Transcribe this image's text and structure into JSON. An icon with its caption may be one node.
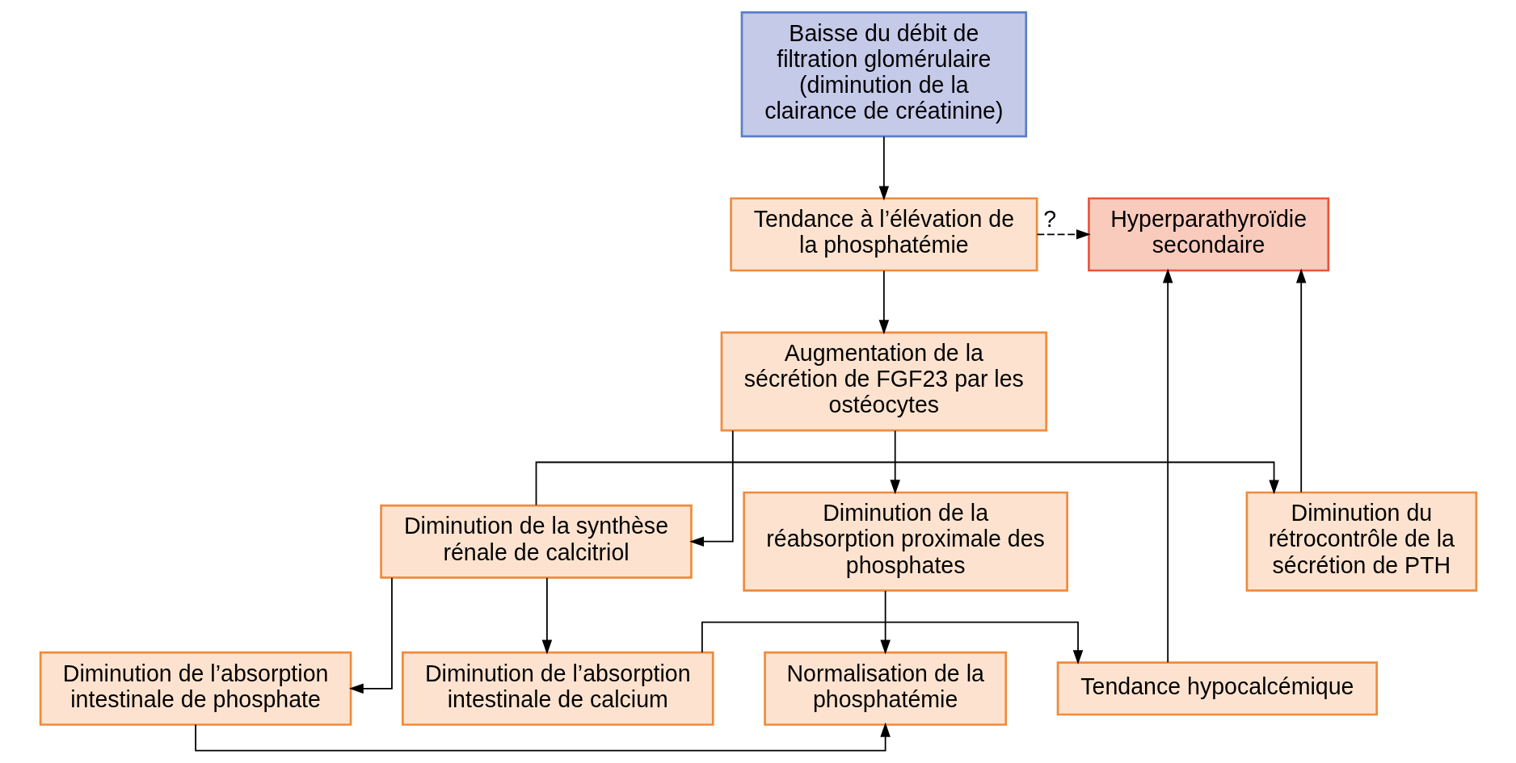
{
  "diagram": {
    "nodes": [
      {
        "text": [
          "Baisse du débit de filtration glomérulaire (diminution de la clairance de créatinine)"
        ]
      },
      {
        "text": [
          "Tendance à l’élévation de la phosphatémie"
        ]
      },
      {
        "text": [
          "Hyperparathyroïdie secondaire"
        ]
      },
      {
        "text": [
          "Augmentation de la sécrétion de FGF23 par les ostéocytes"
        ]
      },
      {
        "text": [
          "Diminution de la réabsorption proximale des phosphates"
        ]
      },
      {
        "text": [
          "Diminution de la synthèse rénale de calcitriol"
        ]
      },
      {
        "text": [
          "Diminution du rétrocontrôle de la sécrétion de PTH"
        ]
      },
      {
        "text": [
          "Normalisation de la phosphatémie"
        ]
      },
      {
        "text": [
          "Diminution de l’absorption intestinale de phosphate"
        ]
      },
      {
        "text": [
          "Diminution de l’absorption intestinale de calcium"
        ]
      },
      {
        "text": [
          "Tendance hypocalcémique"
        ]
      }
    ],
    "edges": [
      {
        "from": 0,
        "to": 1,
        "arrow": "to"
      },
      {
        "from": 1,
        "to": 2,
        "arrow": "to",
        "label": "?",
        "style": "dashed"
      },
      {
        "from": 1,
        "to": 3,
        "arrow": "to"
      },
      {
        "from": 3,
        "to": 4,
        "arrow": "to"
      },
      {
        "from": 3,
        "to": 5,
        "arrow": "to"
      },
      {
        "from": 5,
        "to": 6,
        "arrow": "to"
      },
      {
        "from": 6,
        "to": 2,
        "arrow": "to"
      },
      {
        "from": 4,
        "to": 7,
        "arrow": "to"
      },
      {
        "from": 5,
        "to": 8,
        "arrow": "to"
      },
      {
        "from": 5,
        "to": 9,
        "arrow": "to"
      },
      {
        "from": 8,
        "to": 7,
        "arrow": "to"
      },
      {
        "from": 9,
        "to": 10,
        "arrow": "to"
      },
      {
        "from": 10,
        "to": 2,
        "arrow": "to"
      }
    ]
  }
}
